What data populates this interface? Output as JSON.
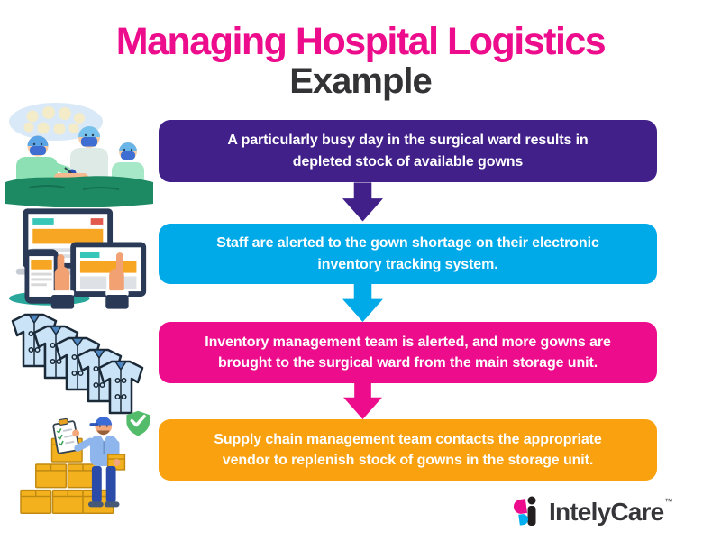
{
  "title": {
    "line1": "Managing Hospital Logistics",
    "line2": "Example"
  },
  "steps": [
    {
      "lines": [
        "A particularly busy day in the surgical ward results in",
        "depleted stock of available gowns"
      ],
      "color": "#42208A",
      "illustration": "surgical-team-illustration"
    },
    {
      "lines": [
        "Staff are alerted to the gown shortage on their electronic",
        "inventory tracking system."
      ],
      "color": "#00A9E8",
      "illustration": "electronic-devices-illustration"
    },
    {
      "lines": [
        "Inventory management team is alerted, and more gowns are",
        "brought to the surgical ward from the main storage unit."
      ],
      "color": "#EC0C8C",
      "illustration": "hospital-gowns-illustration"
    },
    {
      "lines": [
        "Supply chain management team contacts the appropriate",
        "vendor to replenish stock of gowns in the storage unit."
      ],
      "color": "#F9A10E",
      "illustration": "supply-delivery-illustration"
    }
  ],
  "logo": {
    "name": "IntelyCare",
    "trademark": "™",
    "colors": {
      "pink": "#EC0C8C",
      "cyan": "#00AEEF",
      "ink": "#231F20"
    }
  },
  "colors": {
    "background": "#FFFFFF",
    "title_pink": "#EC0C8C",
    "title_dark": "#333335",
    "box_text": "#FFFFFF"
  }
}
